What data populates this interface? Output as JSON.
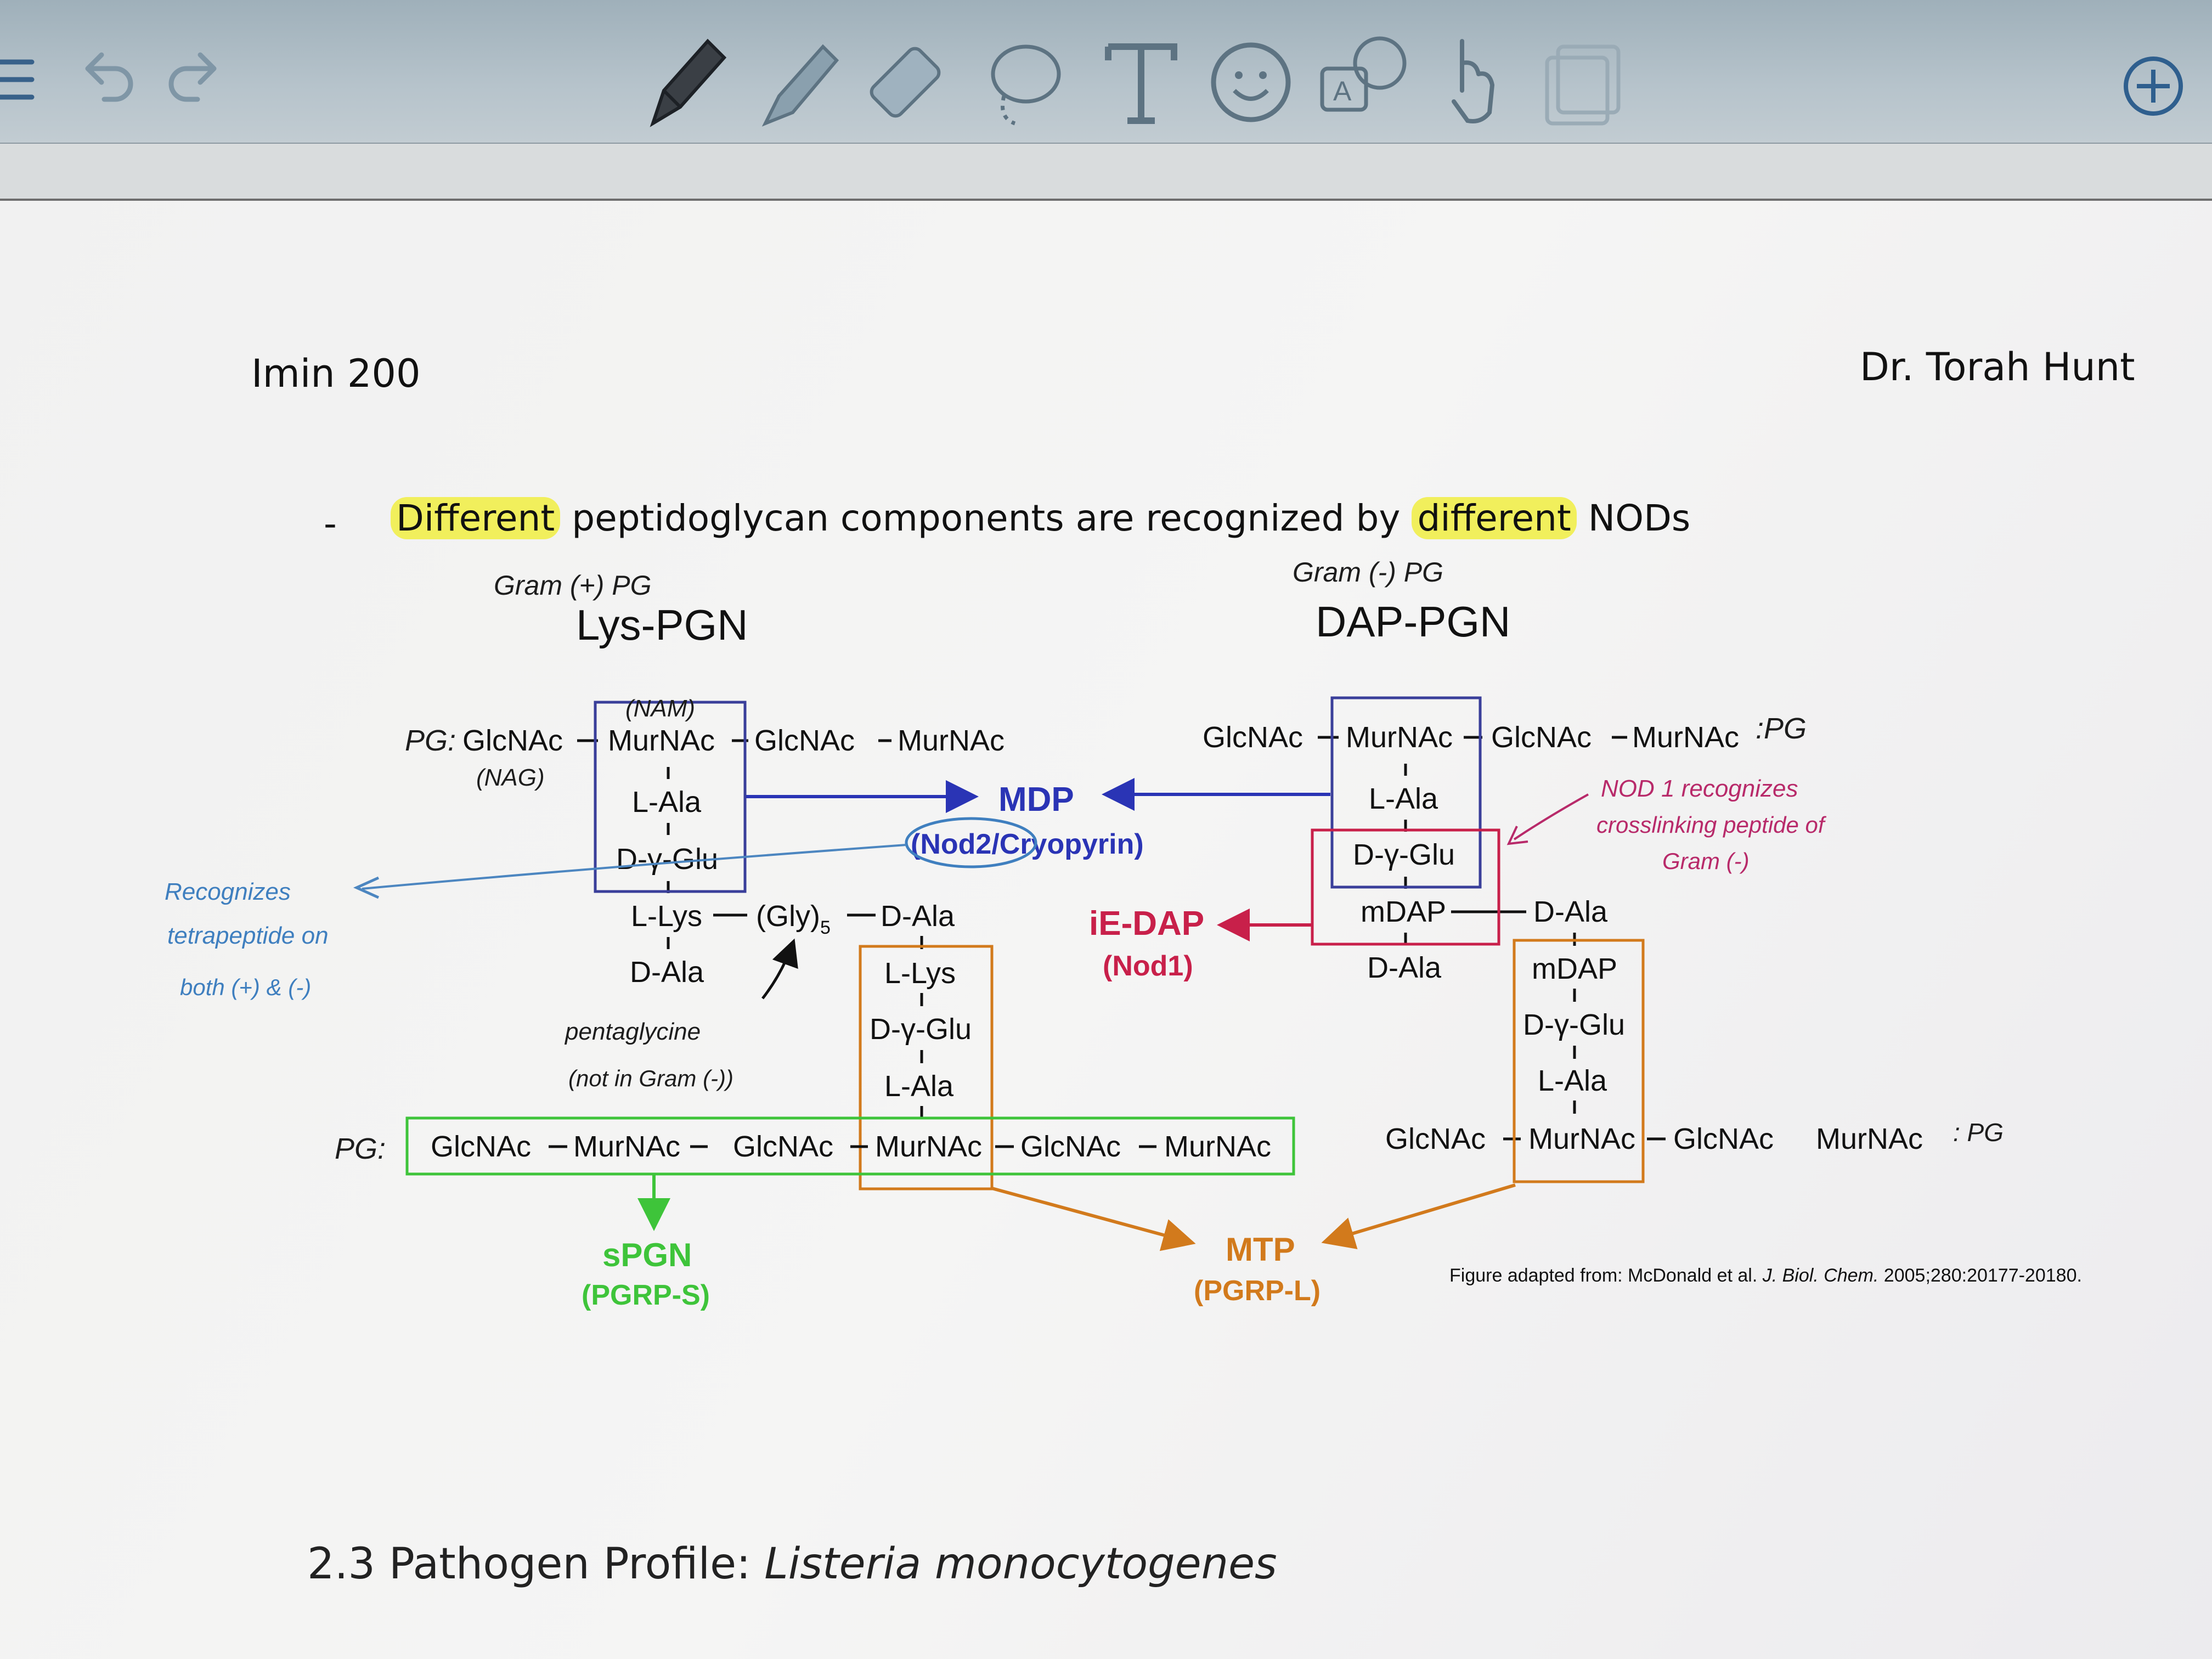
{
  "toolbar": {
    "icons": [
      "menu-icon",
      "undo-icon",
      "redo-icon",
      "pen-icon",
      "highlighter-icon",
      "eraser-icon",
      "lasso-icon",
      "text-icon",
      "sticker-icon",
      "translate-icon",
      "hand-icon",
      "image-icon",
      "add-icon"
    ]
  },
  "document": {
    "course": "Imin 200",
    "instructor": "Dr. Torah Hunt",
    "bullet": "-",
    "sentence": {
      "w1": "Different",
      "mid": " peptidoglycan components are recognized by ",
      "w2": "different",
      "end": " NODs"
    },
    "footer_section": "2.3 Pathogen Profile: ",
    "footer_organism": "Listeria monocytogenes"
  },
  "figure": {
    "lys_title": "Lys-PGN",
    "dap_title": "DAP-PGN",
    "lys_row": [
      "GlcNAc",
      "MurNAc",
      "GlcNAc",
      "MurNAc"
    ],
    "lys_stem": [
      "L-Ala",
      "D-γ-Glu",
      "L-Lys",
      "D-Ala"
    ],
    "gly_bridge": "(Gly)",
    "gly_sub": "5",
    "bridge_dala": "D-Ala",
    "lower_stem": [
      "L-Lys",
      "D-γ-Glu",
      "L-Ala"
    ],
    "bottom_row": [
      "GlcNAc",
      "MurNAc",
      "GlcNAc",
      "MurNAc",
      "GlcNAc",
      "MurNAc"
    ],
    "dap_row": [
      "GlcNAc",
      "MurNAc",
      "GlcNAc",
      "MurNAc"
    ],
    "dap_stem": [
      "L-Ala",
      "D-γ-Glu",
      "mDAP",
      "D-Ala"
    ],
    "dap_cross_dala": "D-Ala",
    "dap_lower_stem": [
      "mDAP",
      "D-γ-Glu",
      "L-Ala"
    ],
    "dap_bottom_row": [
      "GlcNAc",
      "MurNAc",
      "GlcNAc",
      "MurNAc"
    ],
    "mdp": "MDP",
    "mdp_receptor": "(Nod2/Cryopyrin)",
    "iedap": "iE-DAP",
    "iedap_receptor": "(Nod1)",
    "spgn": "sPGN",
    "spgn_receptor": "(PGRP-S)",
    "mtp": "MTP",
    "mtp_receptor": "(PGRP-L)",
    "citation_pre": "Figure adapted from: McDonald et al. ",
    "citation_journal": "J. Biol. Chem.",
    "citation_post": " 2005;280:20177-20180.",
    "colors": {
      "blue": "#2a34b5",
      "red": "#c8204a",
      "green": "#3ec43a",
      "orange": "#d27a1c"
    }
  },
  "annotations": {
    "gram_pos": "Gram (+) PG",
    "gram_neg": "Gram (-) PG",
    "pg_label": "PG:",
    "nam": "(NAM)",
    "nag": "(NAG)",
    "pg_right": ":PG",
    "pg_bottom_left": "PG:",
    "pg_bottom_right": ": PG",
    "recognizes": [
      "Recognizes",
      "tetrapeptide on",
      "both (+) & (-)"
    ],
    "nod1_note": [
      "NOD 1 recognizes",
      "crosslinking peptide of",
      "Gram (-)"
    ],
    "pentaglycine": [
      "pentaglycine",
      "(not in Gram (-))"
    ]
  }
}
